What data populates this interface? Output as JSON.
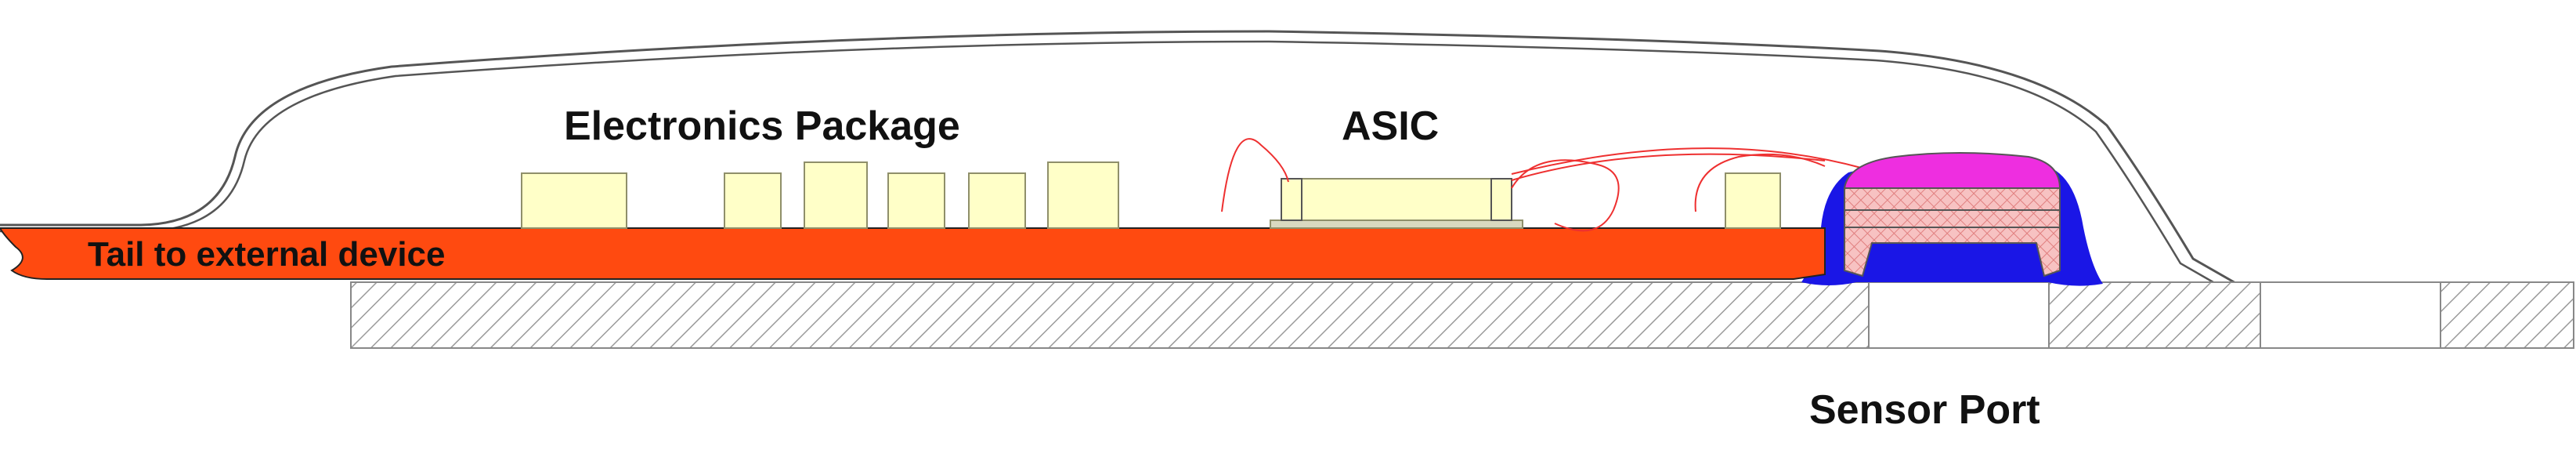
{
  "labels": {
    "electronics": "Electronics Package",
    "asic": "ASIC",
    "tail": "Tail to external device",
    "sensor_port": "Sensor Port"
  },
  "colors": {
    "tail": "#ff4a10",
    "components": "#ffffc8",
    "component_stroke": "#8f8f6a",
    "wire": "#ee3030",
    "cap": "#ee2ee0",
    "encapsulant": "#1a16e6",
    "sensor_body": "#f7c2c2",
    "housing": "#555555",
    "substrate_hatch": "#9a9a9a"
  }
}
